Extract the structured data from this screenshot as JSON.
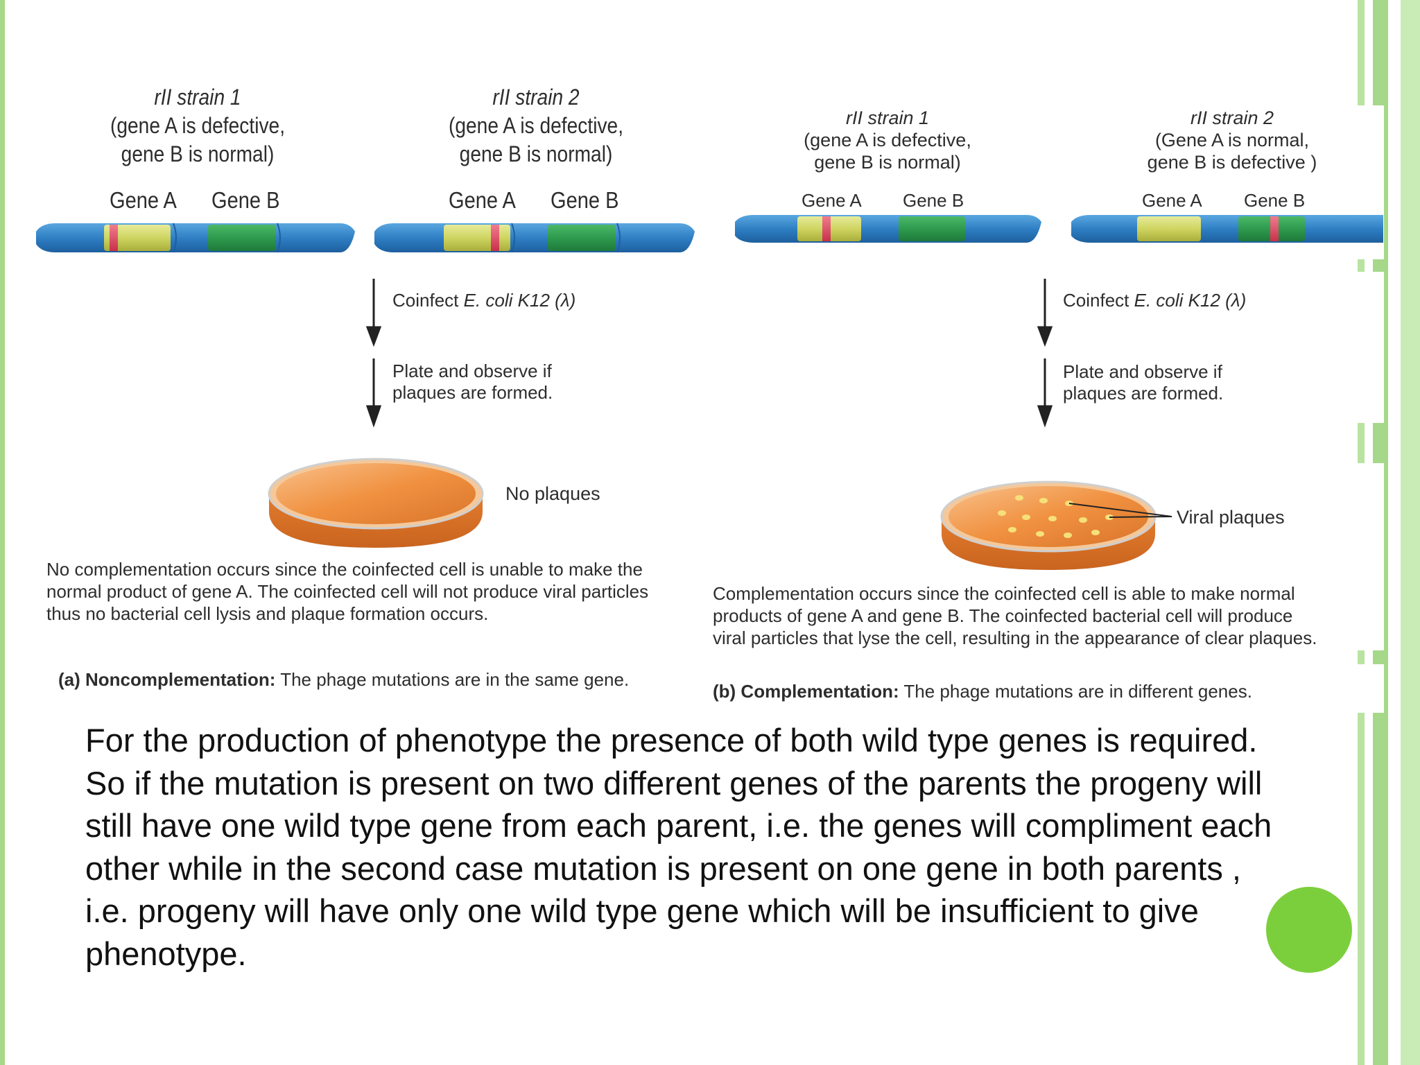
{
  "left_panel": {
    "strain1_title_lines": [
      "rII strain 1",
      "(gene A is defective,",
      "gene B is normal)"
    ],
    "strain2_title_lines": [
      "rII strain 2",
      "(gene A is defective,",
      "gene B is normal)"
    ],
    "gene_a_label": "Gene A",
    "gene_b_label": "Gene B",
    "step1_prefix": "Coinfect",
    "step1_italic": "E. coli K12 (λ)",
    "step2_lines": [
      "Plate and observe if",
      "plaques are formed."
    ],
    "plate_label": "No plaques",
    "result_caption_lines": [
      "No complementation occurs since the coinfected cell is unable to make the",
      "normal product of gene A. The coinfected cell will not produce viral particles",
      "thus no bacterial cell lysis and plaque formation occurs."
    ],
    "part_caption_bold": "(a) Noncomplementation:",
    "part_caption_rest": " The phage mutations are in the same gene."
  },
  "right_panel": {
    "strain1_title_lines": [
      "rII strain 1",
      "(gene A is defective,",
      "gene B is normal)"
    ],
    "strain2_title_lines": [
      "rII strain 2",
      "(Gene A is normal,",
      "gene B is defective )"
    ],
    "gene_a_label": "Gene A",
    "gene_b_label": "Gene B",
    "step1_prefix": "Coinfect",
    "step1_italic": "E. coli K12 (λ)",
    "step2_lines": [
      "Plate and observe if",
      "plaques are formed."
    ],
    "plate_label": "Viral plaques",
    "result_caption_lines": [
      "Complementation occurs since the coinfected cell is able to make normal",
      "products of gene A and gene B. The coinfected bacterial cell will produce",
      "viral particles that lyse the cell, resulting in the appearance of clear plaques."
    ],
    "part_caption_bold": "(b) Complementation:",
    "part_caption_rest": " The phage mutations are in different genes."
  },
  "body_text": "For the production of phenotype the presence of both wild type genes is required. So if the mutation is present on two different genes of the parents the progeny will still have one wild type gene from each parent, i.e. the genes will compliment each other while in the second case mutation is present on one gene in both parents , i.e. progeny will have only one wild type gene which will be insufficient to give phenotype.",
  "colors": {
    "chromosome_blue": "#2f7fc4",
    "gene_a_yellow": "#d2d866",
    "gene_b_green": "#2e9a4e",
    "mutation_red": "#e0455e",
    "plate_orange": "#f0913f",
    "accent_green": "#7ccf3c",
    "border_green": "#a6d88a"
  }
}
